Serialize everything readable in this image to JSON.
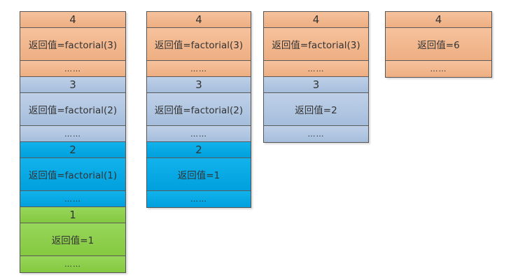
{
  "stacks": [
    {
      "frames": [
        {
          "n": "4",
          "ret": "返回值=factorial(3)",
          "dots": "……",
          "color": "#f2b58a"
        },
        {
          "n": "3",
          "ret": "返回值=factorial(2)",
          "dots": "……",
          "color": "#adc4e0"
        },
        {
          "n": "2",
          "ret": "返回值=factorial(1)",
          "dots": "……",
          "color": "#00a6e4"
        },
        {
          "n": "1",
          "ret": "返回值=1",
          "dots": "……",
          "color": "#8bd14a"
        }
      ]
    },
    {
      "frames": [
        {
          "n": "4",
          "ret": "返回值=factorial(3)",
          "dots": "……"
        },
        {
          "n": "3",
          "ret": "返回值=factorial(2)",
          "dots": "……"
        },
        {
          "n": "2",
          "ret": "返回值=1",
          "dots": "……"
        }
      ]
    },
    {
      "frames": [
        {
          "n": "4",
          "ret": "返回值=factorial(3)",
          "dots": "……"
        },
        {
          "n": "3",
          "ret": "返回值=2",
          "dots": "……"
        }
      ]
    },
    {
      "frames": [
        {
          "n": "4",
          "ret": "返回值=6",
          "dots": "……"
        }
      ]
    }
  ]
}
